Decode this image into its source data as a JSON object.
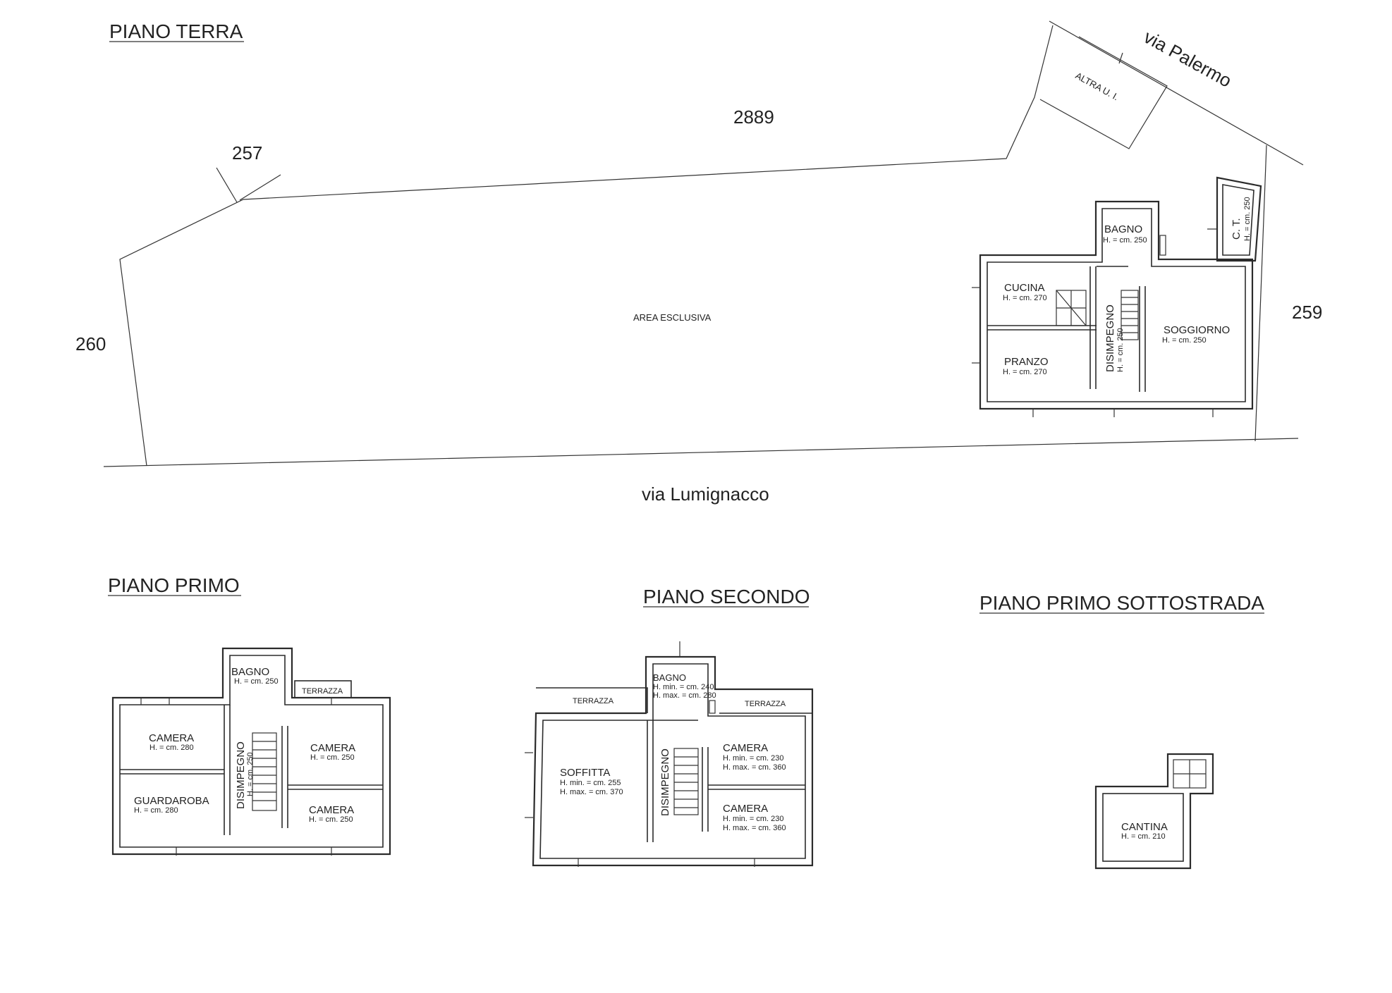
{
  "titles": {
    "ground": "PIANO TERRA",
    "first": "PIANO PRIMO",
    "second": "PIANO SECONDO",
    "basement": "PIANO PRIMO SOTTOSTRADA"
  },
  "streets": {
    "palermo": "via Palermo",
    "lumignacco": "via Lumignacco"
  },
  "parcels": {
    "p2889": "2889",
    "p257": "257",
    "p260": "260",
    "p259": "259",
    "altra": "ALTRA U. I.",
    "area": "AREA ESCLUSIVA"
  },
  "ground": {
    "bagno": "BAGNO",
    "bagno_h": "H. = cm. 250",
    "ct": "C. T.",
    "ct_h": "H. = cm. 250",
    "cucina": "CUCINA",
    "cucina_h": "H. = cm. 270",
    "pranzo": "PRANZO",
    "pranzo_h": "H. = cm. 270",
    "disimpegno": "DISIMPEGNO",
    "disimpegno_h": "H. = cm. 250",
    "soggiorno": "SOGGIORNO",
    "soggiorno_h": "H. = cm. 250"
  },
  "first": {
    "bagno": "BAGNO",
    "bagno_h": "H. = cm. 250",
    "terrazza": "TERRAZZA",
    "camera1": "CAMERA",
    "camera1_h": "H. = cm. 280",
    "guardaroba": "GUARDAROBA",
    "guardaroba_h": "H. = cm. 280",
    "disimpegno": "DISIMPEGNO",
    "disimpegno_h": "H. = cm. 250",
    "camera2": "CAMERA",
    "camera2_h": "H. = cm. 250",
    "camera3": "CAMERA",
    "camera3_h": "H. = cm. 250"
  },
  "second": {
    "terrazza1": "TERRAZZA",
    "terrazza2": "TERRAZZA",
    "bagno": "BAGNO",
    "bagno_hmin": "H. min. = cm. 240",
    "bagno_hmax": "H. max. = cm. 280",
    "soffitta": "SOFFITTA",
    "soffitta_hmin": "H. min. = cm. 255",
    "soffitta_hmax": "H. max. = cm. 370",
    "disimpegno": "DISIMPEGNO",
    "camera1": "CAMERA",
    "camera1_hmin": "H. min. = cm. 230",
    "camera1_hmax": "H. max. = cm. 360",
    "camera2": "CAMERA",
    "camera2_hmin": "H. min. = cm. 230",
    "camera2_hmax": "H. max. = cm. 360"
  },
  "basement": {
    "cantina": "CANTINA",
    "cantina_h": "H. = cm. 210"
  }
}
